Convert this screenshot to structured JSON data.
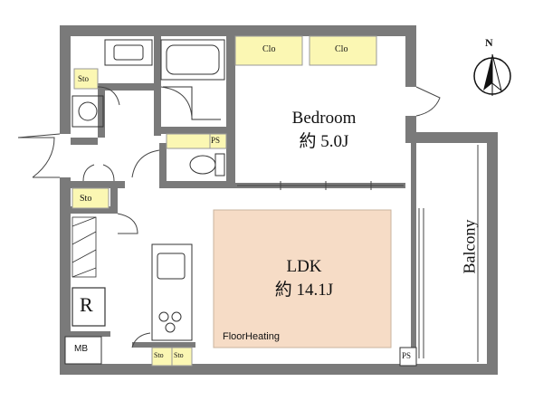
{
  "rooms": {
    "bedroom": {
      "name": "Bedroom",
      "size": "約 5.0J"
    },
    "ldk": {
      "name": "LDK",
      "size": "約 14.1J"
    },
    "balcony": {
      "name": "Balcony"
    }
  },
  "closets": {
    "clo_left": "Clo",
    "clo_right": "Clo"
  },
  "storage": {
    "sto_bath": "Sto",
    "sto_entry": "Sto",
    "sto_kitchen_1": "Sto",
    "sto_kitchen_2": "Sto"
  },
  "pipe_spaces": {
    "ps_toilet": "PS",
    "ps_balcony": "PS"
  },
  "fixtures": {
    "refrigerator": "R",
    "meter_box": "MB"
  },
  "floor_heating": "FloorHeating",
  "compass": {
    "north": "N"
  },
  "colors": {
    "wall": "#7a7a7a",
    "closet_fill": "#fbf7b3",
    "ldk_fill": "#f6dcc6",
    "floor": "#ffffff"
  }
}
